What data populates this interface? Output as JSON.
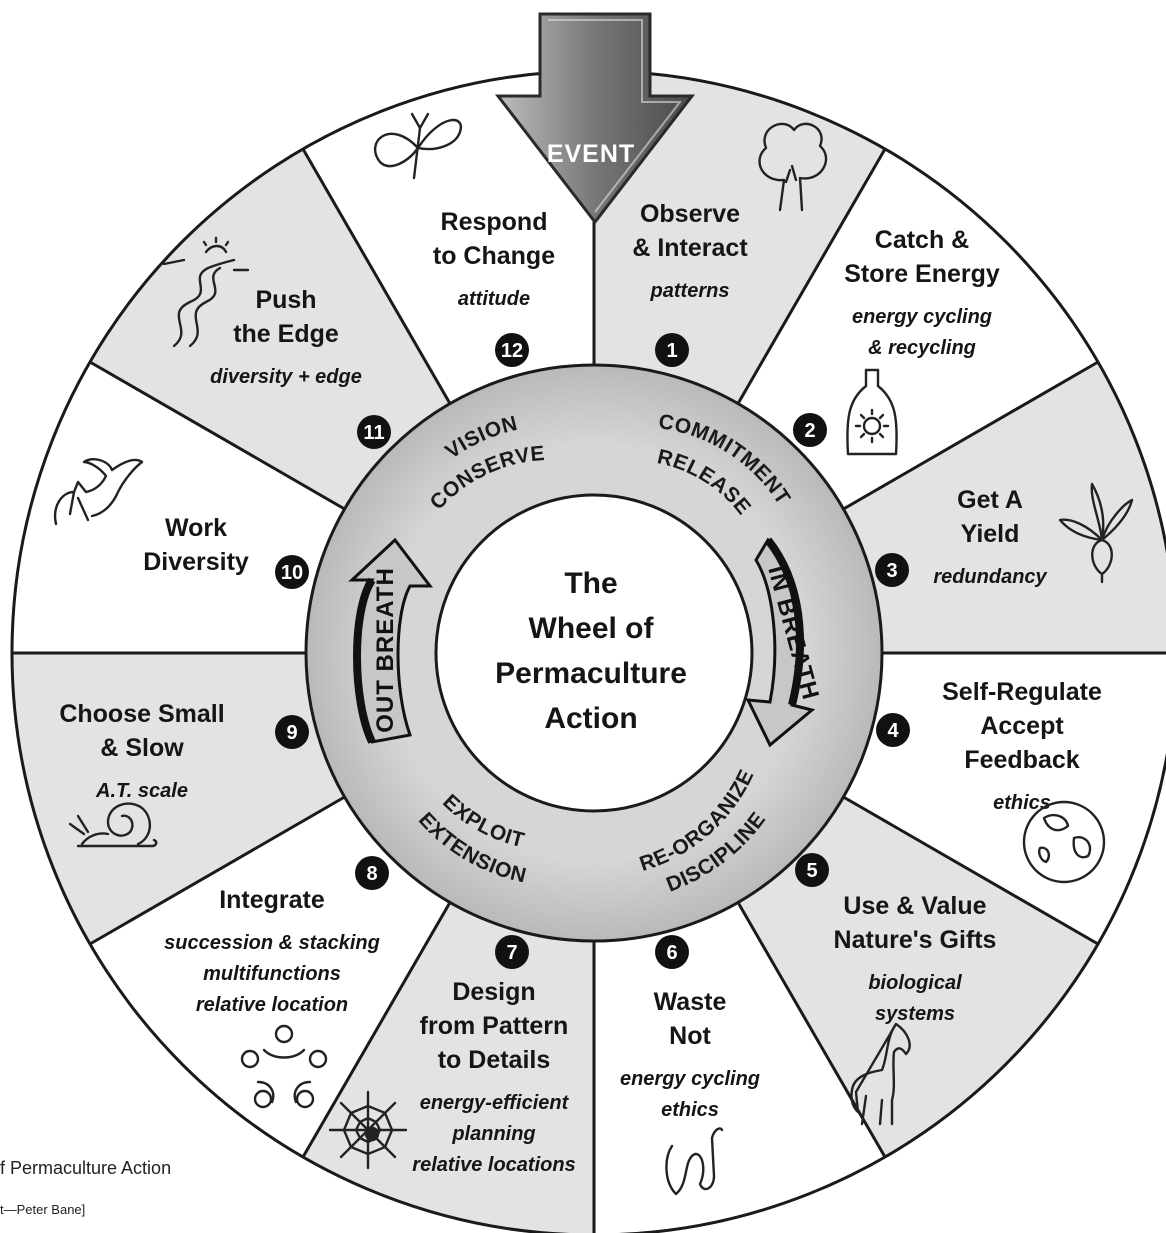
{
  "center": {
    "lines": [
      "The",
      "Wheel of",
      "Permaculture",
      "Action"
    ]
  },
  "event_label": "EVENT",
  "ring": {
    "top_left": [
      "VISION",
      "CONSERVE"
    ],
    "top_right": [
      "COMMITMENT",
      "RELEASE"
    ],
    "bottom_left": [
      "EXPLOIT",
      "EXTENSION"
    ],
    "bottom_right": [
      "RE-ORGANIZE",
      "DISCIPLINE"
    ],
    "out_breath": "OUT BREATH",
    "in_breath": "IN BREATH"
  },
  "principles": [
    {
      "number": "1",
      "title": [
        "Observe",
        "& Interact"
      ],
      "sub": [
        "patterns"
      ],
      "icon": "tree-icon"
    },
    {
      "number": "2",
      "title": [
        "Catch &",
        "Store Energy"
      ],
      "sub": [
        "energy cycling",
        "& recycling"
      ],
      "icon": "sun-bottle-icon"
    },
    {
      "number": "3",
      "title": [
        "Get A",
        "Yield"
      ],
      "sub": [
        "redundancy"
      ],
      "icon": "radish-icon"
    },
    {
      "number": "4",
      "title": [
        "Self-Regulate",
        "Accept",
        "Feedback"
      ],
      "sub": [
        "ethics"
      ],
      "icon": "globe-icon"
    },
    {
      "number": "5",
      "title": [
        "Use & Value",
        "Nature's Gifts"
      ],
      "sub": [
        "biological",
        "systems"
      ],
      "icon": "horse-icon"
    },
    {
      "number": "6",
      "title": [
        "Waste",
        "Not"
      ],
      "sub": [
        "energy cycling",
        "ethics"
      ],
      "icon": "worm-icon"
    },
    {
      "number": "7",
      "title": [
        "Design",
        "from Pattern",
        "to Details"
      ],
      "sub": [
        "energy-efficient",
        "planning",
        "relative locations"
      ],
      "icon": "spider-web-icon"
    },
    {
      "number": "8",
      "title": [
        "Integrate"
      ],
      "sub": [
        "succession & stacking",
        "multifunctions",
        "relative location"
      ],
      "icon": "flower-ring-icon"
    },
    {
      "number": "9",
      "title": [
        "Choose Small",
        "& Slow"
      ],
      "sub": [
        "A.T. scale"
      ],
      "icon": "snail-icon"
    },
    {
      "number": "10",
      "title": [
        "Work",
        "Diversity"
      ],
      "sub": [],
      "icon": "bird-icon"
    },
    {
      "number": "11",
      "title": [
        "Push",
        "the Edge"
      ],
      "sub": [
        "diversity + edge"
      ],
      "icon": "winding-path-icon"
    },
    {
      "number": "12",
      "title": [
        "Respond",
        "to Change"
      ],
      "sub": [
        "attitude"
      ],
      "icon": "butterfly-icon"
    }
  ],
  "caption": {
    "title": "f Permaculture Action",
    "credit": "t—Peter Bane]"
  },
  "colors": {
    "shaded_segment": "#e3e3e3",
    "white_segment": "#ffffff",
    "ring": "#c9c9c9",
    "outline": "#1a1a1a",
    "badge": "#111111",
    "event_arrow": "#8a8a8a"
  }
}
